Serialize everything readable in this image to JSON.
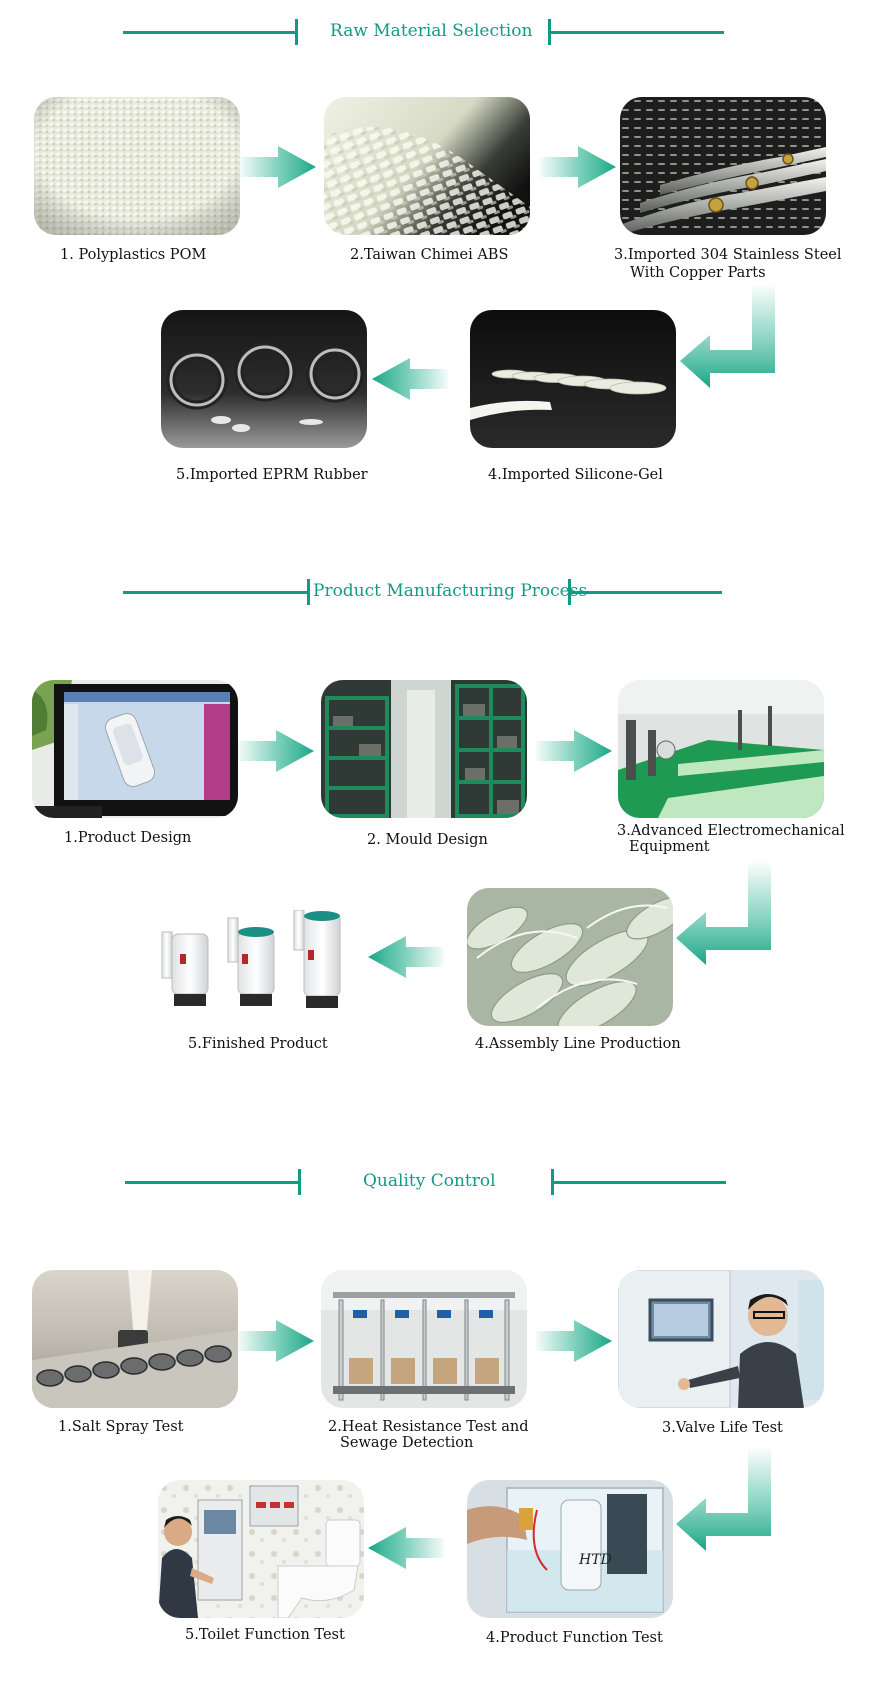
{
  "sections": [
    {
      "title": "Raw Material Selection",
      "items": [
        {
          "caption": "1. Polyplastics POM",
          "photo": "white-plastic-pellets"
        },
        {
          "caption": "2.Taiwan Chimei ABS",
          "photo": "abs-granules"
        },
        {
          "caption_lines": [
            "3.Imported 304 Stainless Steel",
            "With Copper Parts"
          ],
          "photo": "steel-parts-with-copper"
        },
        {
          "caption": "4.Imported Silicone-Gel",
          "photo": "silicone-gel-discs"
        },
        {
          "caption": "5.Imported EPRM Rubber",
          "photo": "rubber-rings"
        }
      ]
    },
    {
      "title": "Product Manufacturing Process",
      "items": [
        {
          "caption": "1.Product Design",
          "photo": "cad-monitor"
        },
        {
          "caption": "2. Mould Design",
          "photo": "mould-shelves"
        },
        {
          "caption_lines": [
            "3.Advanced Electromechanical",
            "Equipment"
          ],
          "photo": "injection-machines"
        },
        {
          "caption": "4.Assembly Line Production",
          "photo": "assembly-line"
        },
        {
          "caption": "5.Finished Product",
          "photo": "flush-valves"
        }
      ]
    },
    {
      "title": "Quality Control",
      "items": [
        {
          "caption": "1.Salt Spray Test",
          "photo": "salt-spray"
        },
        {
          "caption_lines": [
            "2.Heat Resistance Test and",
            "Sewage Detection"
          ],
          "photo": "heat-test-rig"
        },
        {
          "caption": "3.Valve Life Test",
          "photo": "valve-life-tester"
        },
        {
          "caption": "4.Product  Function Test",
          "photo": "function-test-tank"
        },
        {
          "caption": "5.Toilet Function Test",
          "photo": "toilet-test-lab"
        }
      ]
    }
  ],
  "colors": {
    "accent": "#119a84",
    "arrow": "#3cb89a"
  }
}
